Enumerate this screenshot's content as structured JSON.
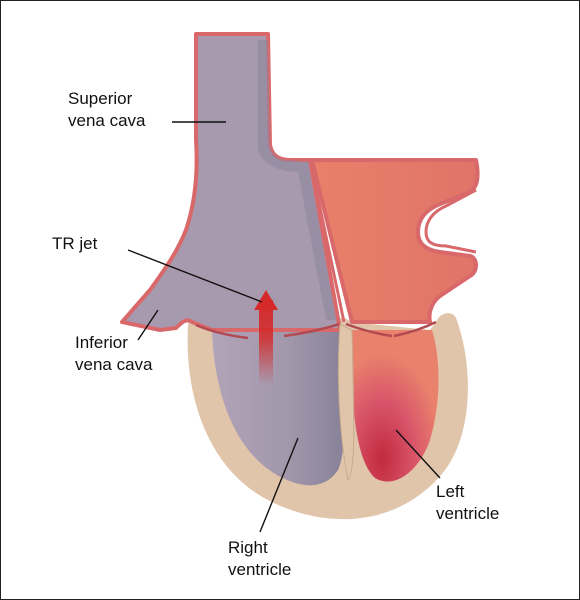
{
  "labels": {
    "superior_vena_cava": {
      "line1": "Superior",
      "line2": "vena cava"
    },
    "tr_jet": {
      "line1": "TR jet"
    },
    "inferior_vena_cava": {
      "line1": "Inferior",
      "line2": "vena cava"
    },
    "right_ventricle": {
      "line1": "Right",
      "line2": "ventricle"
    },
    "left_ventricle": {
      "line1": "Left",
      "line2": "ventricle"
    }
  },
  "colors": {
    "vessel_wall": "#d9686a",
    "right_side_blood": "#a89aae",
    "right_side_shadow": "#868198",
    "left_side_blood": "#e47a6a",
    "left_side_deep": "#c83a4a",
    "myocardium": "#e0c5aa",
    "jet": "#d42a2a",
    "frame": "#222222"
  }
}
